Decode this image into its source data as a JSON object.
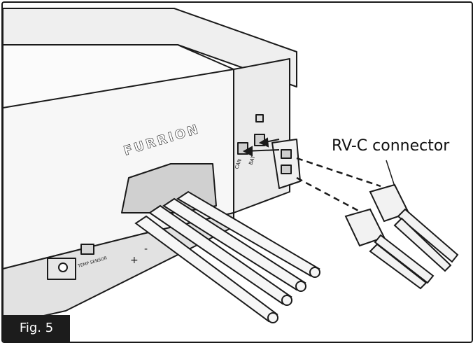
{
  "figure": {
    "label": "Fig. 5",
    "callout": "RV-C connector",
    "brand": "FURRION",
    "port_labels": [
      "CAN",
      "BAT",
      "TEMP SENSOR"
    ],
    "polarity": [
      "+",
      "-"
    ]
  },
  "colors": {
    "outline": "#1a1a1a",
    "body": "#f2f2f2",
    "shade": "#d8d8d8",
    "tag_bg": "#1c1c1c"
  }
}
